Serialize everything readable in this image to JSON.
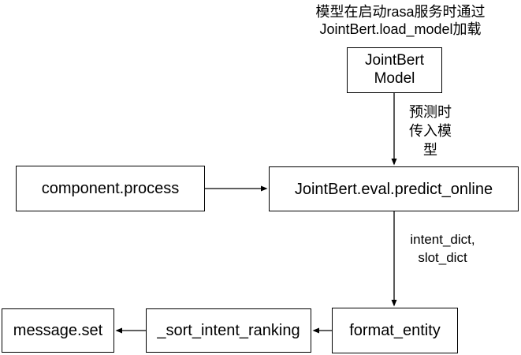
{
  "diagram": {
    "annotation_top": "模型在启动rasa服务时通过\nJointBert.load_model加载",
    "nodes": {
      "jointbert_model": "JointBert\nModel",
      "component_process": "component.process",
      "predict_online": "JointBert.eval.predict_online",
      "format_entity": "format_entity",
      "sort_intent_ranking": "_sort_intent_ranking",
      "message_set": "message.set"
    },
    "edge_labels": {
      "predict_input": "预测时\n传入模\n型",
      "predict_output": "intent_dict,\nslot_dict"
    },
    "colors": {
      "background": "#ffffff",
      "node_fill": "#ffffff",
      "stroke": "#000000",
      "text": "#000000"
    }
  }
}
